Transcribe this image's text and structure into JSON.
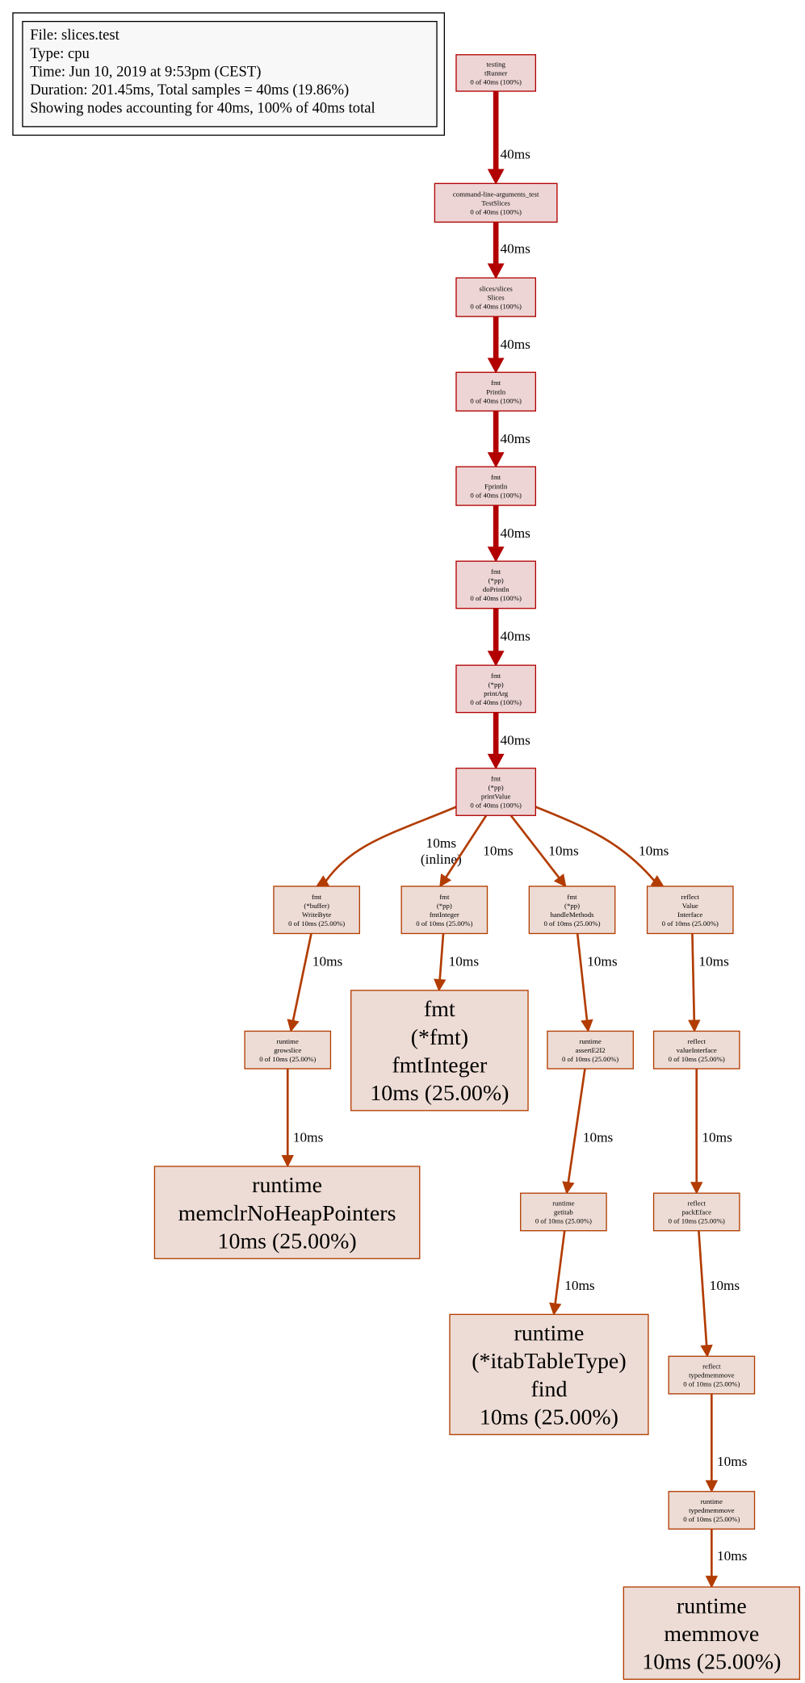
{
  "legend": {
    "lines": [
      "File: slices.test",
      "Type: cpu",
      "Time: Jun 10, 2019 at 9:53pm (CEST)",
      "Duration: 201.45ms, Total samples = 40ms (19.86%)",
      "Showing nodes accounting for 40ms, 100% of 40ms total"
    ]
  },
  "colors": {
    "hot_edge": "#b20000",
    "warm_edge": "#b23c00",
    "hot_node_fill": "#edd5d5",
    "hot_node_stroke": "#b20000",
    "warm_node_fill": "#eddcd5",
    "warm_node_stroke": "#b23c00"
  },
  "nodes": [
    {
      "id": "testing_tRunner",
      "lines": [
        "testing",
        "tRunner",
        "0 of 40ms (100%)"
      ],
      "heat": "hot"
    },
    {
      "id": "TestSlices",
      "lines": [
        "command-line-arguments_test",
        "TestSlices",
        "0 of 40ms (100%)"
      ],
      "heat": "hot"
    },
    {
      "id": "Slices",
      "lines": [
        "slices/slices",
        "Slices",
        "0 of 40ms (100%)"
      ],
      "heat": "hot"
    },
    {
      "id": "Println",
      "lines": [
        "fmt",
        "Println",
        "0 of 40ms (100%)"
      ],
      "heat": "hot"
    },
    {
      "id": "Fprintln",
      "lines": [
        "fmt",
        "Fprintln",
        "0 of 40ms (100%)"
      ],
      "heat": "hot"
    },
    {
      "id": "doPrintln",
      "lines": [
        "fmt",
        "(*pp)",
        "doPrintln",
        "0 of 40ms (100%)"
      ],
      "heat": "hot"
    },
    {
      "id": "printArg",
      "lines": [
        "fmt",
        "(*pp)",
        "printArg",
        "0 of 40ms (100%)"
      ],
      "heat": "hot"
    },
    {
      "id": "printValue",
      "lines": [
        "fmt",
        "(*pp)",
        "printValue",
        "0 of 40ms (100%)"
      ],
      "heat": "hot"
    },
    {
      "id": "WriteByte",
      "lines": [
        "fmt",
        "(*buffer)",
        "WriteByte",
        "0 of 10ms (25.00%)"
      ],
      "heat": "warm"
    },
    {
      "id": "pp_fmtInteger",
      "lines": [
        "fmt",
        "(*pp)",
        "fmtInteger",
        "0 of 10ms (25.00%)"
      ],
      "heat": "warm"
    },
    {
      "id": "handleMethods",
      "lines": [
        "fmt",
        "(*pp)",
        "handleMethods",
        "0 of 10ms (25.00%)"
      ],
      "heat": "warm"
    },
    {
      "id": "ValueInterface",
      "lines": [
        "reflect",
        "Value",
        "Interface",
        "0 of 10ms (25.00%)"
      ],
      "heat": "warm"
    },
    {
      "id": "growslice",
      "lines": [
        "runtime",
        "growslice",
        "0 of 10ms (25.00%)"
      ],
      "heat": "warm"
    },
    {
      "id": "fmt_fmtInteger",
      "lines": [
        "fmt",
        "(*fmt)",
        "fmtInteger",
        "10ms (25.00%)"
      ],
      "heat": "warm",
      "leaf": true
    },
    {
      "id": "assertE2I2",
      "lines": [
        "runtime",
        "assertE2I2",
        "0 of 10ms (25.00%)"
      ],
      "heat": "warm"
    },
    {
      "id": "valueInterface",
      "lines": [
        "reflect",
        "valueInterface",
        "0 of 10ms (25.00%)"
      ],
      "heat": "warm"
    },
    {
      "id": "memclr",
      "lines": [
        "runtime",
        "memclrNoHeapPointers",
        "10ms (25.00%)"
      ],
      "heat": "warm",
      "leaf": true
    },
    {
      "id": "getitab",
      "lines": [
        "runtime",
        "getitab",
        "0 of 10ms (25.00%)"
      ],
      "heat": "warm"
    },
    {
      "id": "packEface",
      "lines": [
        "reflect",
        "packEface",
        "0 of 10ms (25.00%)"
      ],
      "heat": "warm"
    },
    {
      "id": "find",
      "lines": [
        "runtime",
        "(*itabTableType)",
        "find",
        "10ms (25.00%)"
      ],
      "heat": "warm",
      "leaf": true
    },
    {
      "id": "reflect_typedmemmove",
      "lines": [
        "reflect",
        "typedmemmove",
        "0 of 10ms (25.00%)"
      ],
      "heat": "warm"
    },
    {
      "id": "runtime_typedmemmove",
      "lines": [
        "runtime",
        "typedmemmove",
        "0 of 10ms (25.00%)"
      ],
      "heat": "warm"
    },
    {
      "id": "memmove",
      "lines": [
        "runtime",
        "memmove",
        "10ms (25.00%)"
      ],
      "heat": "warm",
      "leaf": true
    }
  ],
  "edges": [
    {
      "from": "testing_tRunner",
      "to": "TestSlices",
      "label": [
        "40ms"
      ],
      "heat": "hot"
    },
    {
      "from": "TestSlices",
      "to": "Slices",
      "label": [
        "40ms"
      ],
      "heat": "hot"
    },
    {
      "from": "Slices",
      "to": "Println",
      "label": [
        "40ms"
      ],
      "heat": "hot"
    },
    {
      "from": "Println",
      "to": "Fprintln",
      "label": [
        "40ms"
      ],
      "heat": "hot"
    },
    {
      "from": "Fprintln",
      "to": "doPrintln",
      "label": [
        "40ms"
      ],
      "heat": "hot"
    },
    {
      "from": "doPrintln",
      "to": "printArg",
      "label": [
        "40ms"
      ],
      "heat": "hot"
    },
    {
      "from": "printArg",
      "to": "printValue",
      "label": [
        "40ms"
      ],
      "heat": "hot"
    },
    {
      "from": "printValue",
      "to": "WriteByte",
      "label": [
        "10ms",
        "(inline)"
      ],
      "heat": "warm"
    },
    {
      "from": "printValue",
      "to": "pp_fmtInteger",
      "label": [
        "10ms"
      ],
      "heat": "warm"
    },
    {
      "from": "printValue",
      "to": "handleMethods",
      "label": [
        "10ms"
      ],
      "heat": "warm"
    },
    {
      "from": "printValue",
      "to": "ValueInterface",
      "label": [
        "10ms"
      ],
      "heat": "warm"
    },
    {
      "from": "WriteByte",
      "to": "growslice",
      "label": [
        "10ms"
      ],
      "heat": "warm"
    },
    {
      "from": "pp_fmtInteger",
      "to": "fmt_fmtInteger",
      "label": [
        "10ms"
      ],
      "heat": "warm"
    },
    {
      "from": "handleMethods",
      "to": "assertE2I2",
      "label": [
        "10ms"
      ],
      "heat": "warm"
    },
    {
      "from": "ValueInterface",
      "to": "valueInterface",
      "label": [
        "10ms"
      ],
      "heat": "warm"
    },
    {
      "from": "growslice",
      "to": "memclr",
      "label": [
        "10ms"
      ],
      "heat": "warm"
    },
    {
      "from": "assertE2I2",
      "to": "getitab",
      "label": [
        "10ms"
      ],
      "heat": "warm"
    },
    {
      "from": "valueInterface",
      "to": "packEface",
      "label": [
        "10ms"
      ],
      "heat": "warm"
    },
    {
      "from": "getitab",
      "to": "find",
      "label": [
        "10ms"
      ],
      "heat": "warm"
    },
    {
      "from": "packEface",
      "to": "reflect_typedmemmove",
      "label": [
        "10ms"
      ],
      "heat": "warm"
    },
    {
      "from": "reflect_typedmemmove",
      "to": "runtime_typedmemmove",
      "label": [
        "10ms"
      ],
      "heat": "warm"
    },
    {
      "from": "runtime_typedmemmove",
      "to": "memmove",
      "label": [
        "10ms"
      ],
      "heat": "warm"
    }
  ]
}
